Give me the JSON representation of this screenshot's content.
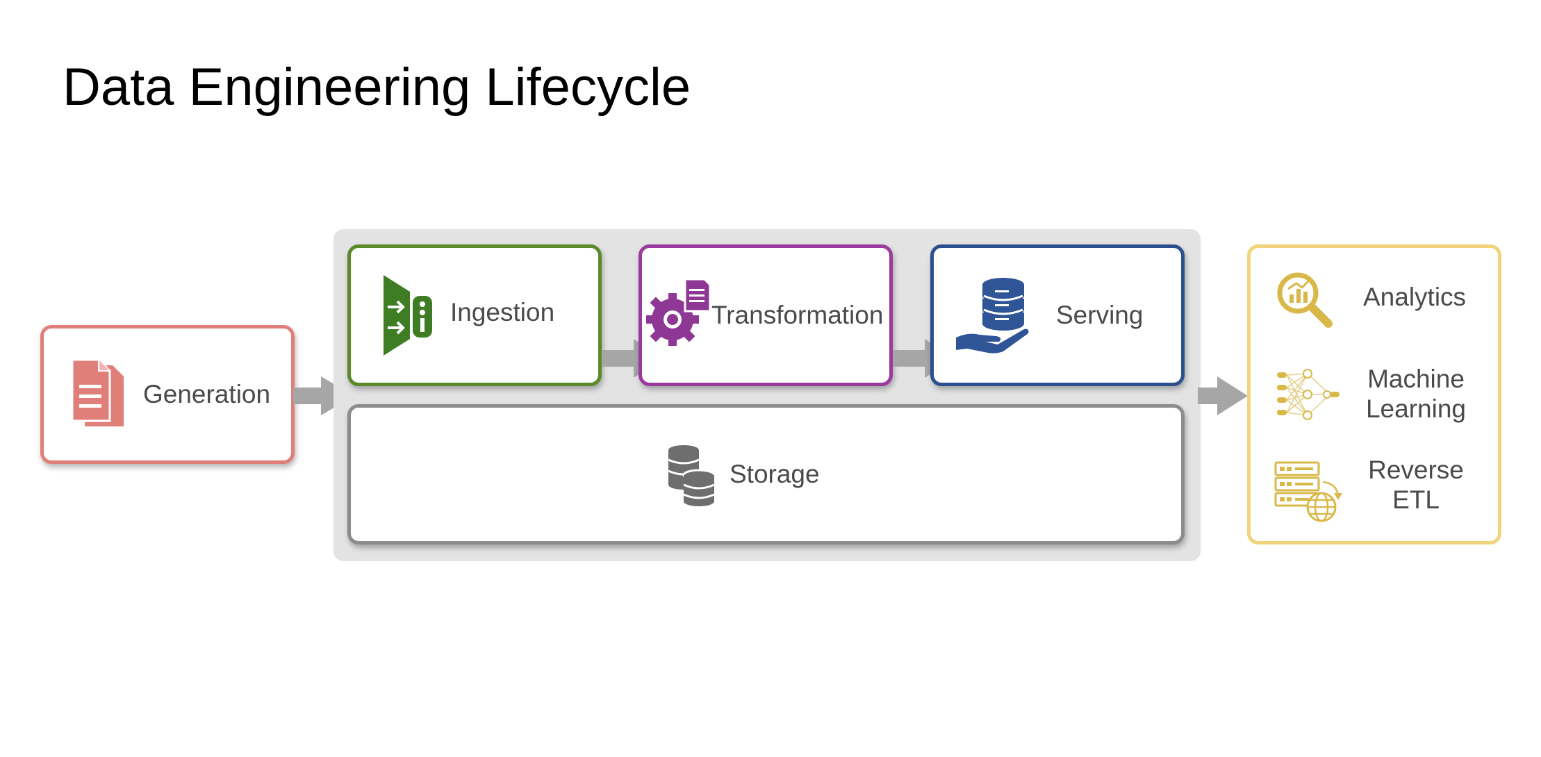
{
  "title": "Data Engineering Lifecycle",
  "stages": {
    "generation": {
      "label": "Generation",
      "color": "#e07f7a"
    },
    "ingestion": {
      "label": "Ingestion",
      "color": "#5a8a2a",
      "icon_color": "#3f7d25"
    },
    "transformation": {
      "label": "Transformation",
      "color": "#9b3a9e",
      "icon_color": "#8e3795"
    },
    "serving": {
      "label": "Serving",
      "color": "#2b4f8f",
      "icon_color": "#2f5597"
    },
    "storage": {
      "label": "Storage",
      "color": "#8c8c8c",
      "icon_color": "#6e6e6e"
    }
  },
  "outputs": {
    "color": "#f0d37a",
    "icon_color": "#d9b84a",
    "items": [
      {
        "label": "Analytics",
        "icon": "magnifier-chart-icon"
      },
      {
        "label_line1": "Machine",
        "label_line2": "Learning",
        "icon": "neural-network-icon"
      },
      {
        "label_line1": "Reverse",
        "label_line2": "ETL",
        "icon": "server-globe-icon"
      }
    ]
  },
  "arrow_color": "#a6a6a6",
  "panel_color": "#e3e3e3"
}
